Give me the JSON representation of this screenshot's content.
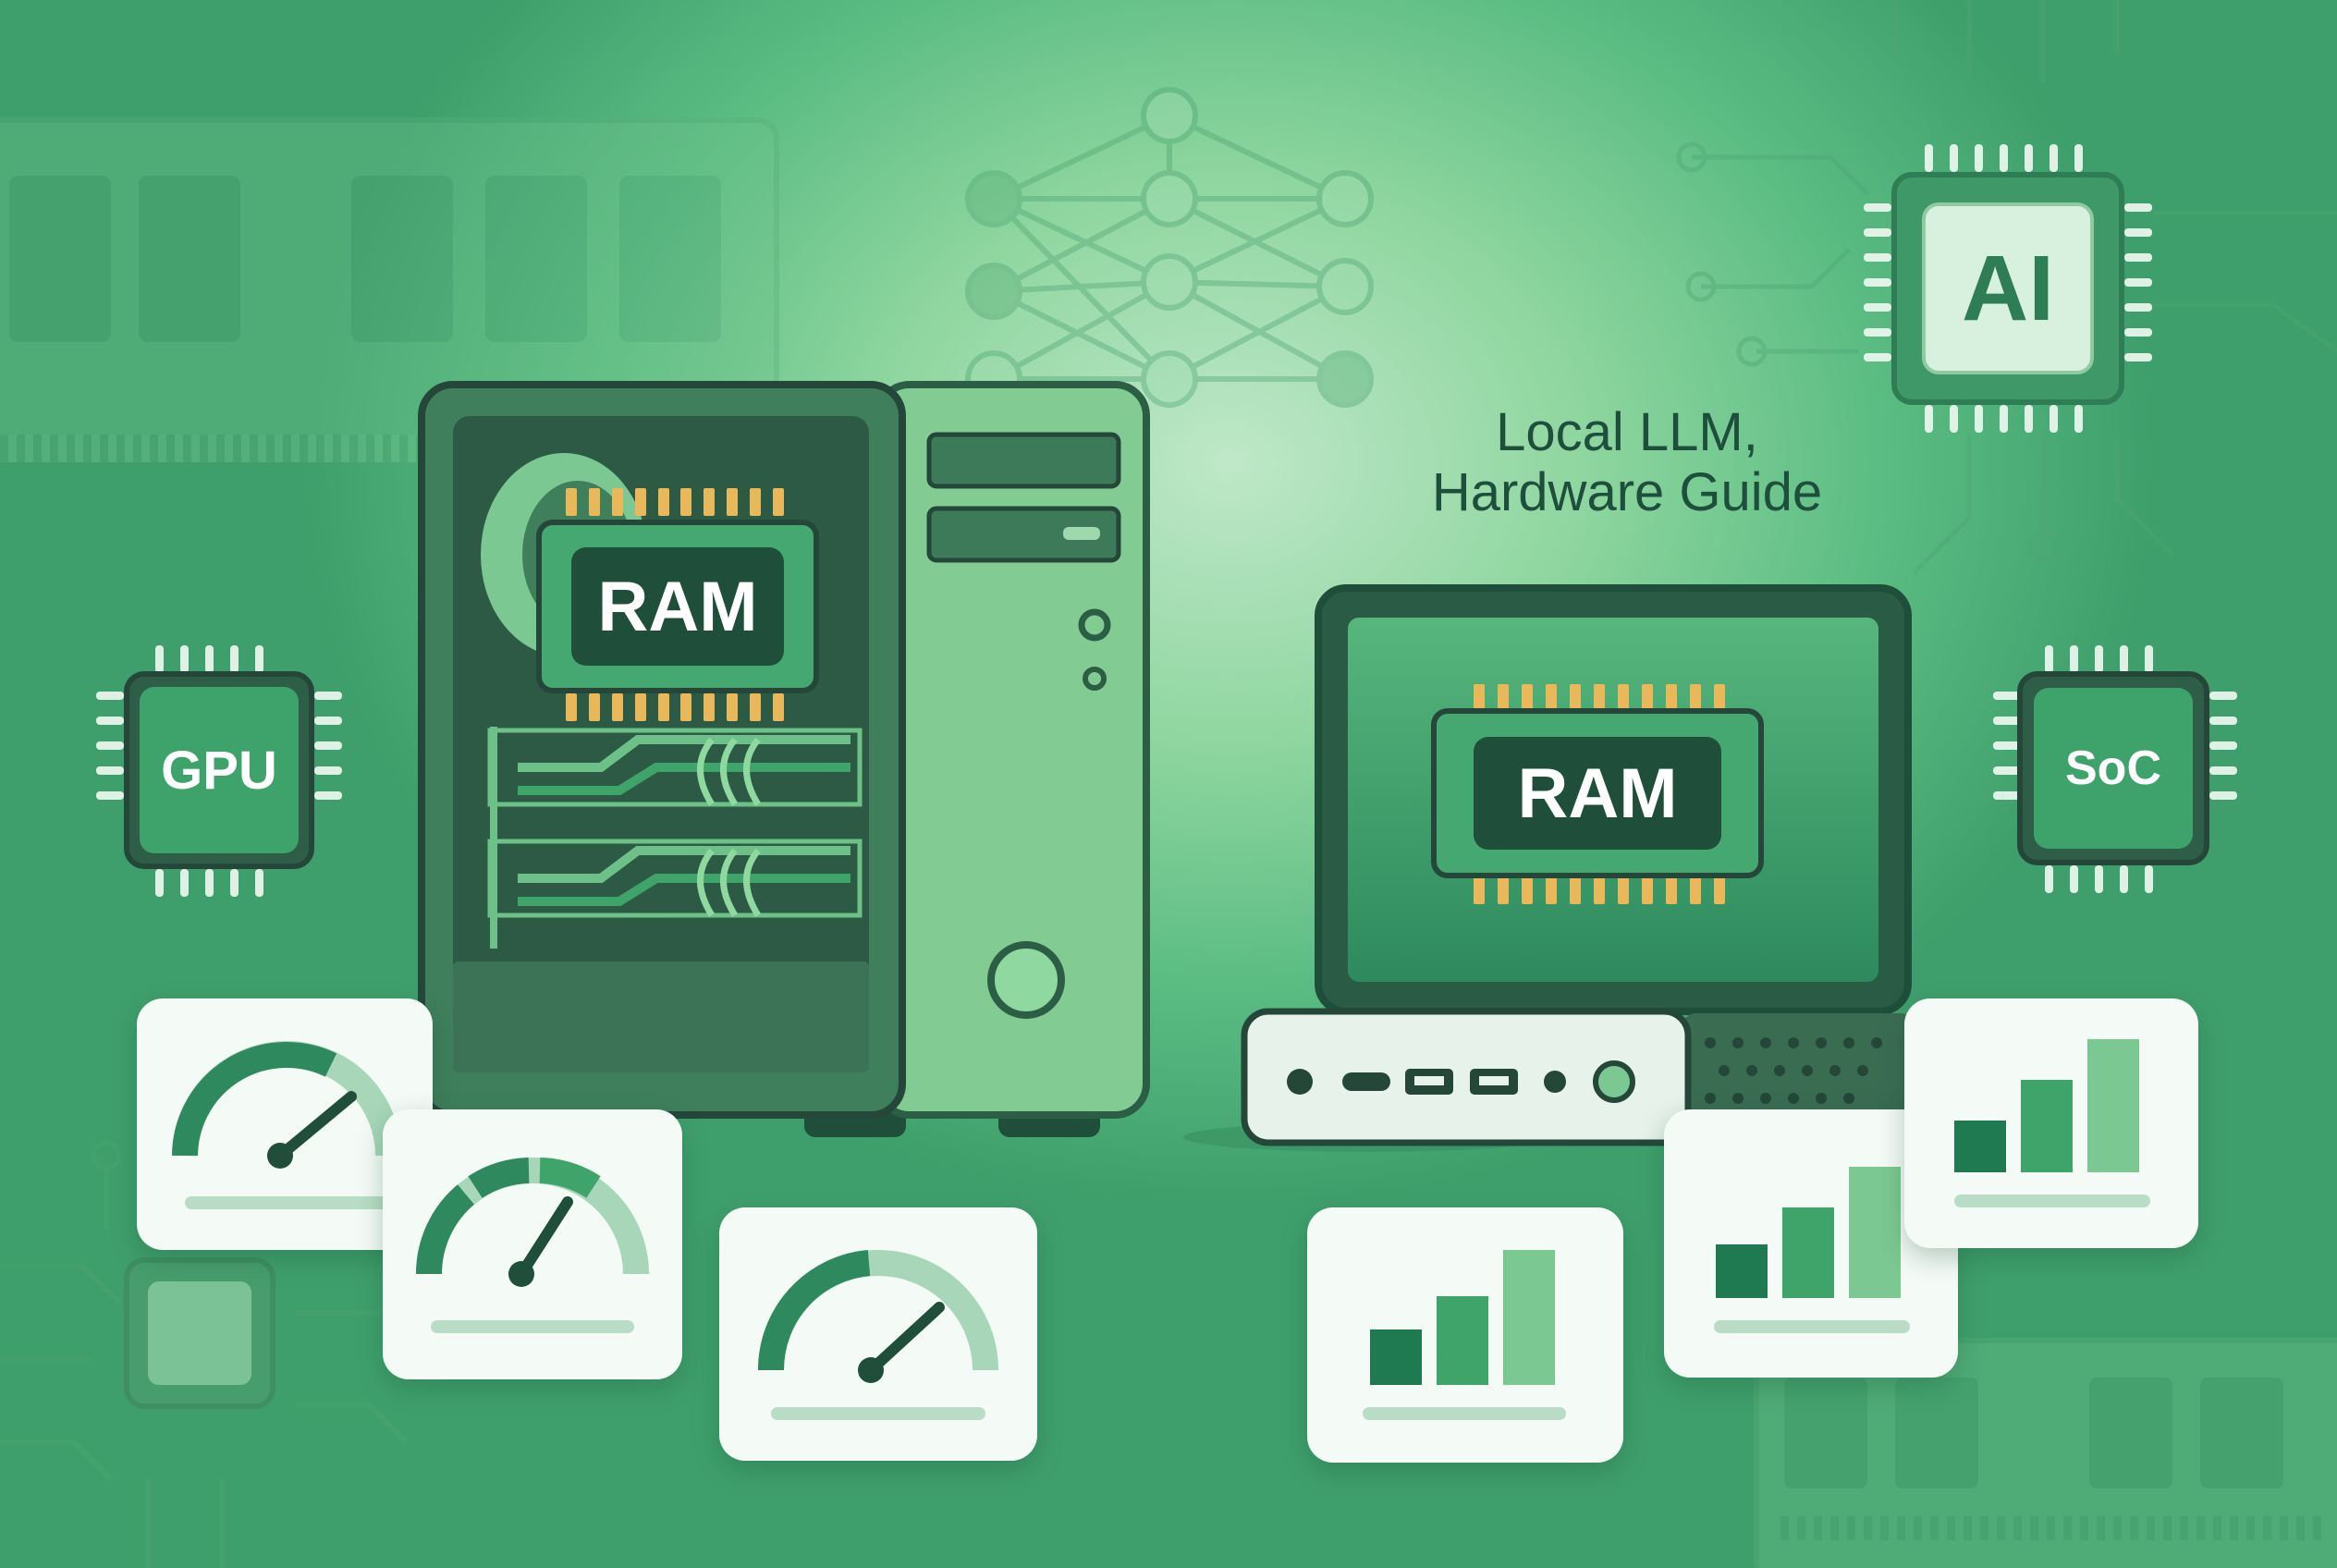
{
  "title": {
    "line1": "Local LLM,",
    "line2": "Hardware Guide"
  },
  "chips": {
    "ai": "AI",
    "gpu": "GPU",
    "soc": "SoC"
  },
  "ram": {
    "desktop": "RAM",
    "laptop": "RAM"
  },
  "colors": {
    "dark_green": "#1f4e3a",
    "mid_green": "#2e8a5e",
    "light_green": "#8fd6a0",
    "gold_pin": "#e8b85a",
    "card": "#f4faf6"
  },
  "icons": [
    "speedometer-icon",
    "bar-chart-icon",
    "neural-network-icon",
    "circuit-trace-icon"
  ]
}
